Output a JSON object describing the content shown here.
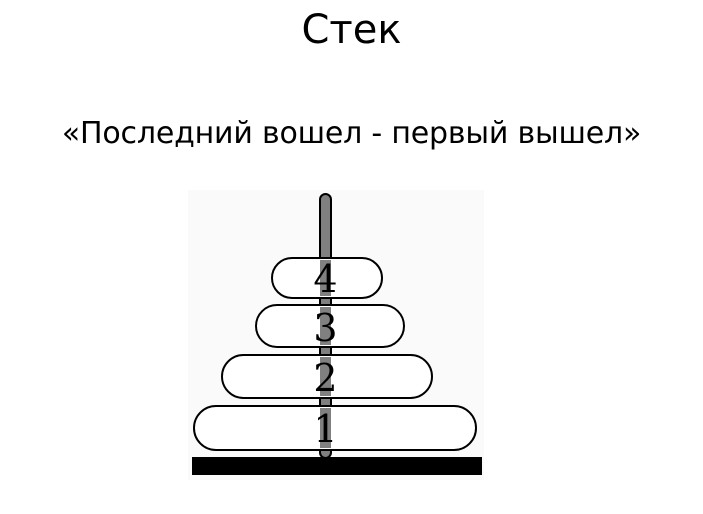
{
  "slide": {
    "title": "Стек",
    "subtitle": "«Последний вошел - первый вышел»"
  },
  "diagram": {
    "rings": [
      {
        "label": "1",
        "order": 1
      },
      {
        "label": "2",
        "order": 2
      },
      {
        "label": "3",
        "order": 3
      },
      {
        "label": "4",
        "order": 4
      }
    ],
    "colors": {
      "ring_fill": "#ffffff",
      "ring_stroke": "#000000",
      "rod": "#808080",
      "base": "#000000",
      "label": "#000000"
    }
  }
}
